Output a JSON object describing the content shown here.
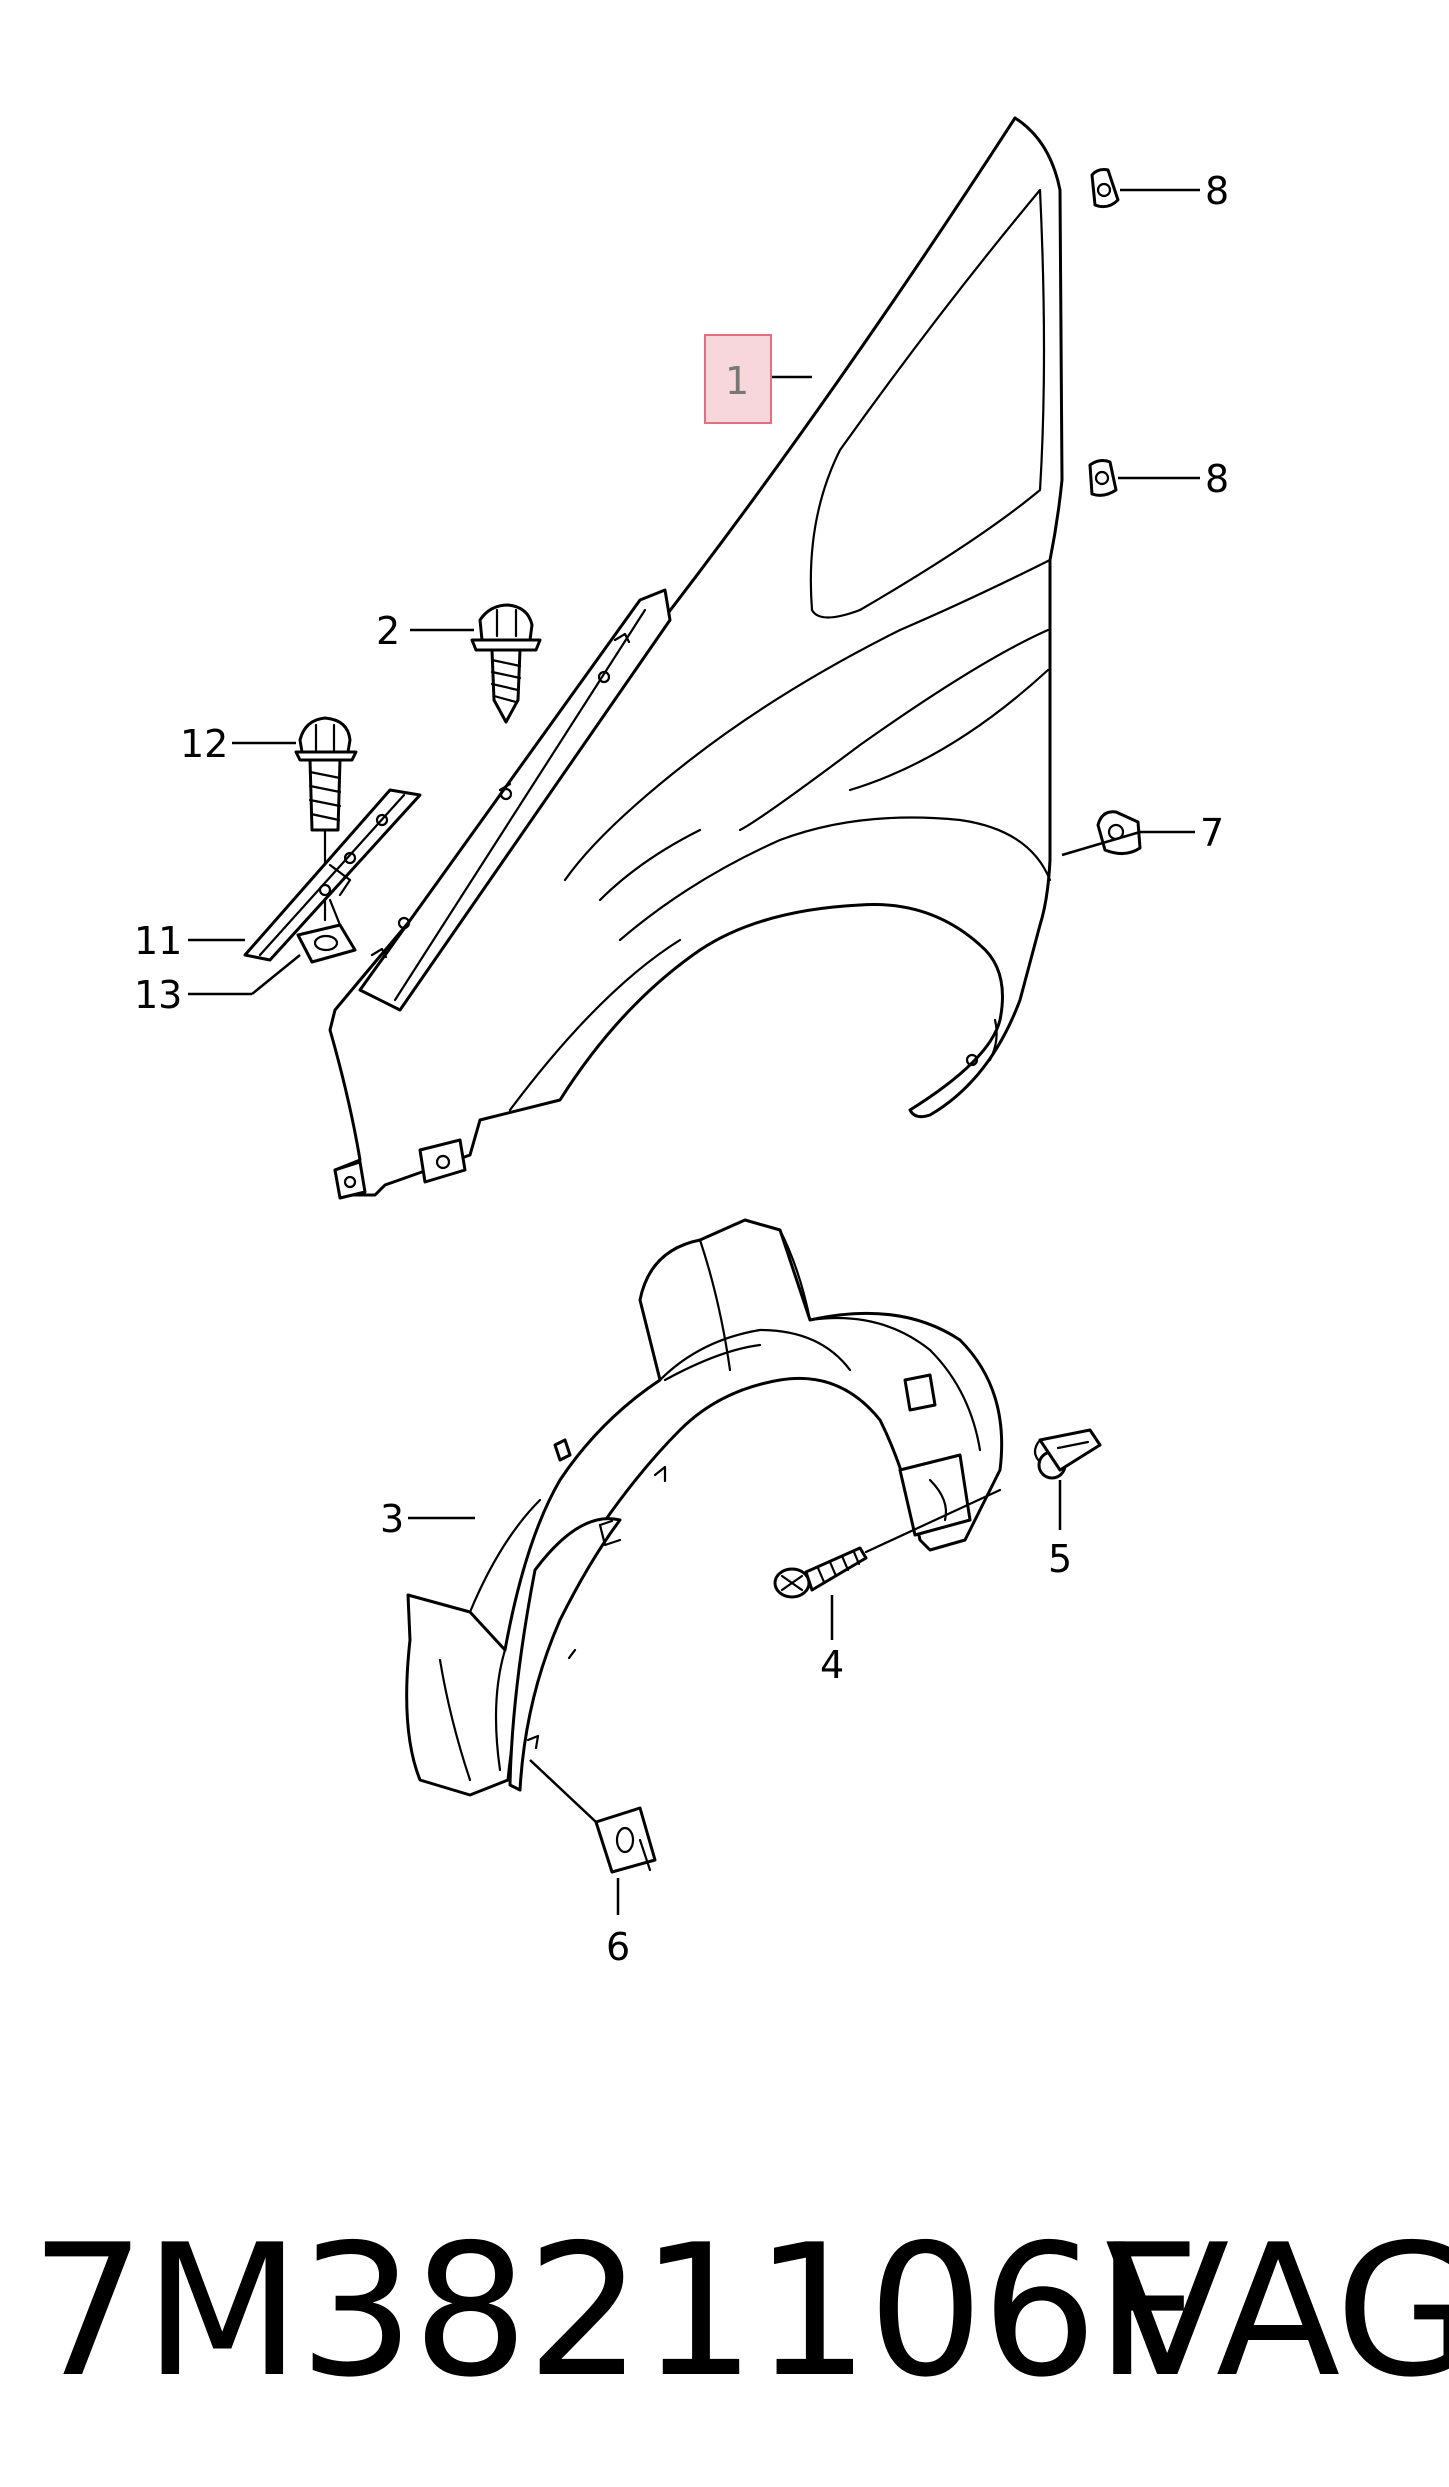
{
  "callouts": {
    "c1": "1",
    "c2": "2",
    "c3": "3",
    "c4": "4",
    "c5": "5",
    "c6": "6",
    "c7": "7",
    "c8a": "8",
    "c8b": "8",
    "c11": "11",
    "c12": "12",
    "c13": "13"
  },
  "highlight_color": "#f8d7dc",
  "highlight_border": "#e07080",
  "footer": {
    "part_number": "7M3821106F",
    "brand": "VAG"
  }
}
